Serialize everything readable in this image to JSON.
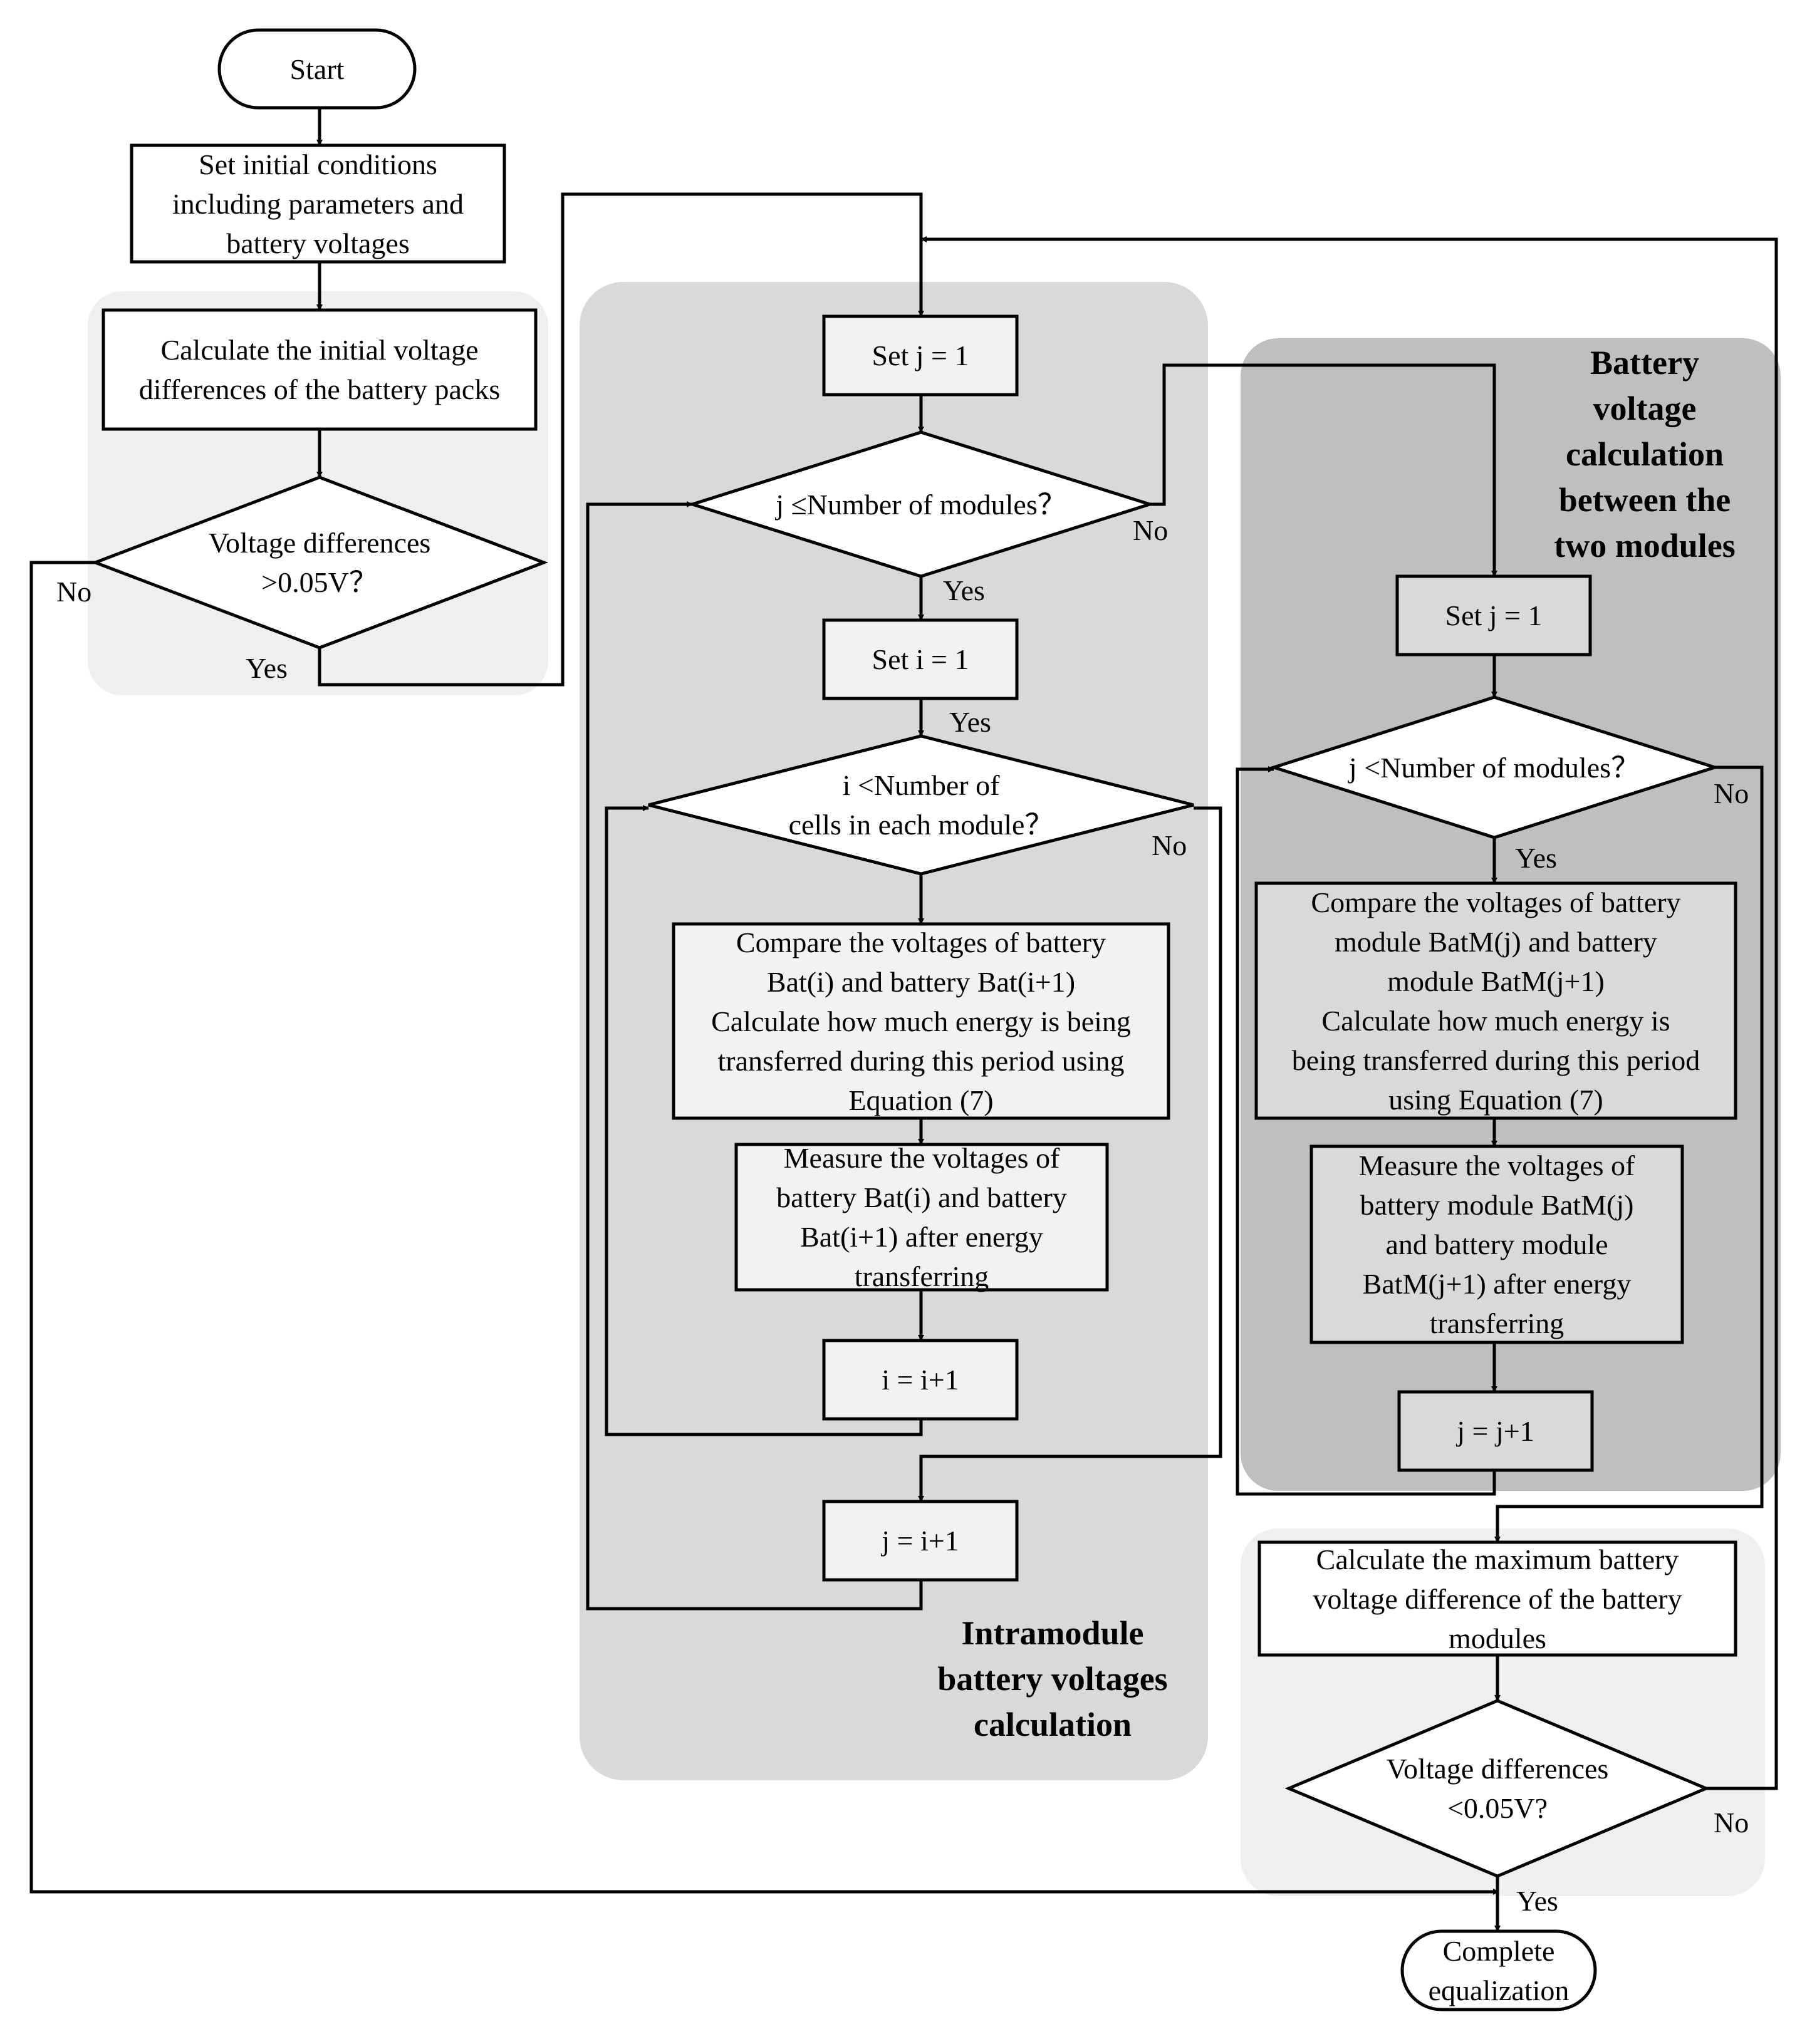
{
  "nodes": {
    "start": "Start",
    "init": "Set initial conditions\nincluding parameters and\nbattery voltages",
    "calc_init": "Calculate the initial voltage\ndifferences of the battery packs",
    "dec1": "Voltage differences\n>0.05V？",
    "set_j1": "Set j = 1",
    "dec_j": "j ≤Number of modules？",
    "set_i1": "Set i = 1",
    "dec_i": "i <Number of\ncells in each module？",
    "compare_cells": "Compare the voltages of battery\nBat(i) and battery Bat(i+1)\nCalculate how much energy is being\ntransferred during this period using\nEquation (7)",
    "measure_cells": "Measure the voltages of\nbattery Bat(i) and battery\nBat(i+1) after energy\ntransferring",
    "inc_i": "i = i+1",
    "inc_j_intra": "j = i+1",
    "set_j1_b": "Set j = 1",
    "dec_j_b": "j <Number of modules？",
    "compare_modules": "Compare the voltages of battery\nmodule BatM(j) and battery\nmodule BatM(j+1)\nCalculate how much energy is\nbeing transferred during this period\nusing Equation (7)",
    "measure_modules": "Measure the voltages of\nbattery module BatM(j)\nand battery module\nBatM(j+1) after energy\ntransferring",
    "inc_j_b": "j = j+1",
    "calc_max": "Calculate the maximum battery\nvoltage difference of the battery\nmodules",
    "dec_final": "Voltage differences\n<0.05V?",
    "end": "Complete\nequalization"
  },
  "regions": {
    "intra": "Intramodule\nbattery voltages\ncalculation",
    "between": "Battery\nvoltage\ncalculation\nbetween the\ntwo modules"
  },
  "edge_labels": {
    "yes": "Yes",
    "no": "No"
  },
  "colors": {
    "line": "#000000",
    "region_light": "#efefef",
    "region_mid": "#d9d9d9",
    "region_dark": "#bfbfbf",
    "box_fill": "#f2f2f2",
    "white": "#ffffff"
  }
}
